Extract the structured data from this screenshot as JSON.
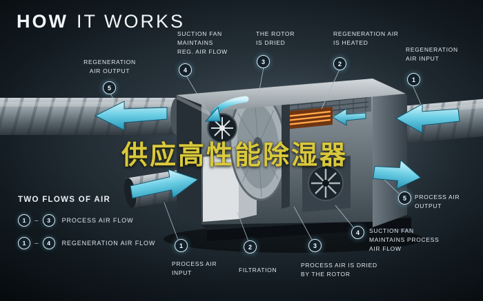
{
  "title": {
    "word1": "HOW",
    "word2": "IT WORKS"
  },
  "watermark": {
    "text": "供应高性能除湿器"
  },
  "callouts": {
    "reg_output": {
      "num": "5",
      "label": "REGENERATION\nAIR OUTPUT"
    },
    "reg_fan": {
      "num": "4",
      "label": "SUCTION FAN\nMAINTAINS\nREG. AIR FLOW"
    },
    "rotor_dried": {
      "num": "3",
      "label": "THE ROTOR\nIS DRIED"
    },
    "reg_heated": {
      "num": "2",
      "label": "REGENERATION AIR\nIS HEATED"
    },
    "reg_input": {
      "num": "1",
      "label": "REGENERATION\nAIR INPUT"
    },
    "proc_output": {
      "num": "5",
      "label": "PROCESS AIR\nOUTPUT"
    },
    "proc_fan": {
      "num": "4",
      "label": "SUCTION FAN\nMAINTAINS PROCESS\nAIR FLOW"
    },
    "proc_dried": {
      "num": "3",
      "label": "PROCESS AIR IS DRIED\nBY THE ROTOR"
    },
    "filtration": {
      "num": "2",
      "label": "FILTRATION"
    },
    "proc_input": {
      "num": "1",
      "label": "PROCESS AIR\nINPUT"
    }
  },
  "legend": {
    "title": "TWO FLOWS OF AIR",
    "rows": [
      {
        "from": "1",
        "dash": "–",
        "to": "3",
        "label": "PROCESS AIR FLOW"
      },
      {
        "from": "1",
        "dash": "–",
        "to": "4",
        "label": "REGENERATION AIR FLOW"
      }
    ]
  },
  "colors": {
    "accent_cyan": "#5ec6de",
    "heater_orange": "#f08a2e",
    "watermark_yellow": "#d9c93d",
    "background_dark": "#0e1419"
  }
}
